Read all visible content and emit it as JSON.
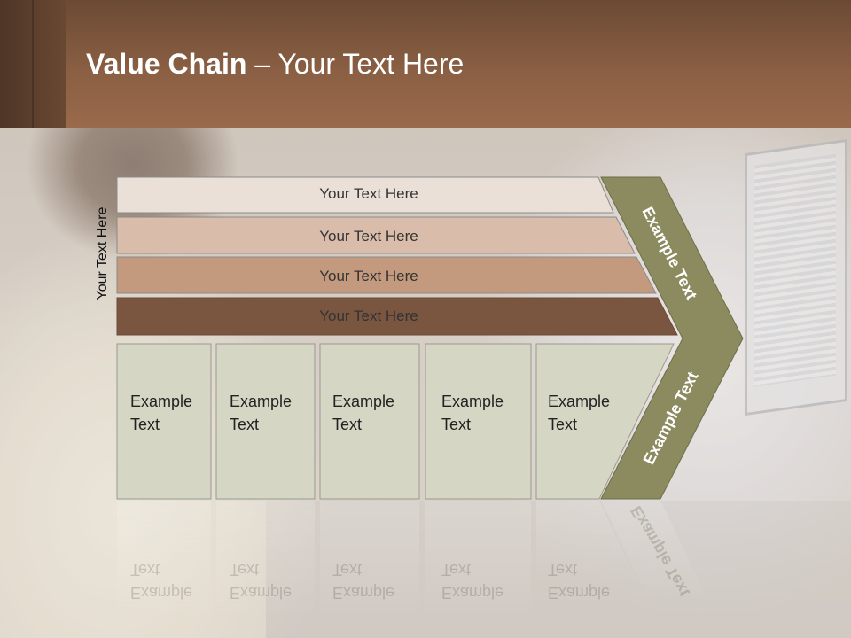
{
  "title": {
    "bold": "Value Chain",
    "rest": " – Your Text Here"
  },
  "side_label": "Your Text Here",
  "bars": [
    {
      "label": "Your Text Here",
      "color": "#ebe0d7"
    },
    {
      "label": "Your Text Here",
      "color": "#d9bcaa"
    },
    {
      "label": "Your Text Here",
      "color": "#c49a7f"
    },
    {
      "label": "Your Text Here",
      "color": "#7a5640"
    }
  ],
  "boxes": [
    {
      "line1": "Example",
      "line2": "Text"
    },
    {
      "line1": "Example",
      "line2": "Text"
    },
    {
      "line1": "Example",
      "line2": "Text"
    },
    {
      "line1": "Example",
      "line2": "Text"
    },
    {
      "line1": "Example",
      "line2": "Text"
    }
  ],
  "chevron": {
    "upper": "Example Text",
    "lower": "Example Text",
    "color": "#8b8b5f"
  }
}
